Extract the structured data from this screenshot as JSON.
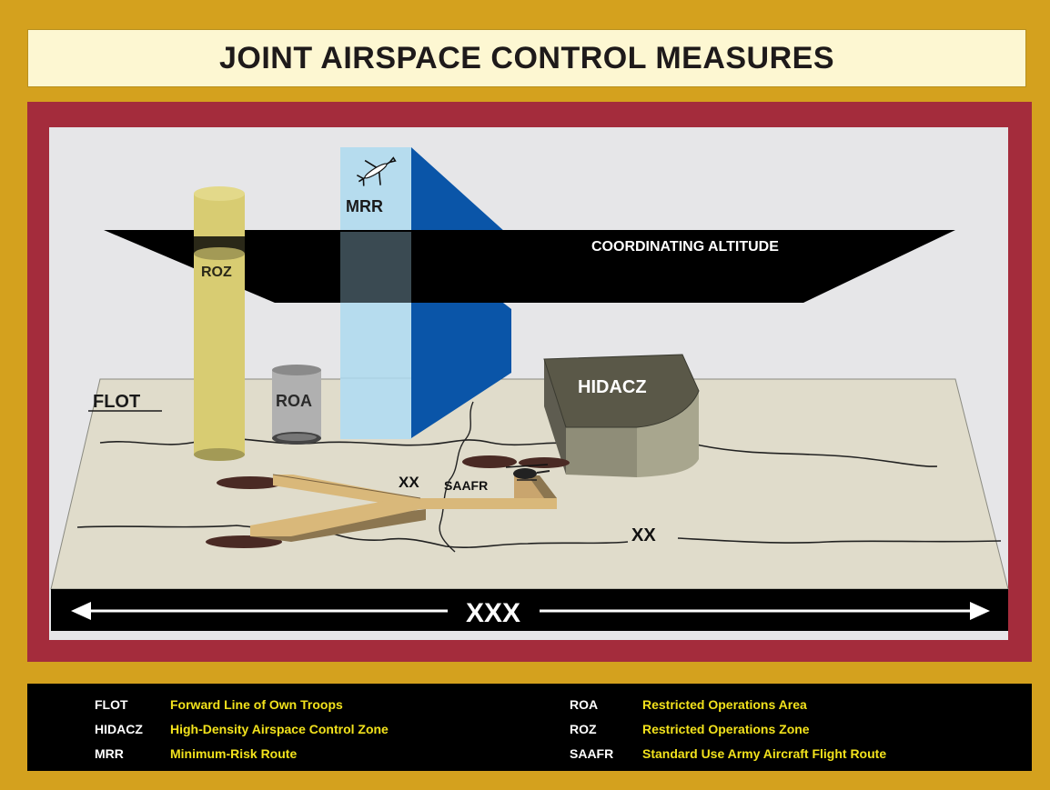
{
  "title": "JOINT AIRSPACE CONTROL MEASURES",
  "diagram": {
    "coordinating_altitude": "COORDINATING ALTITUDE",
    "mrr": "MRR",
    "roz": "ROZ",
    "roa": "ROA",
    "flot": "FLOT",
    "hidacz": "HIDACZ",
    "xx_left": "XX",
    "saafr": "SAAFR",
    "xx_right": "XX",
    "xxx": "XXX"
  },
  "legend": {
    "left": [
      {
        "abbr": "FLOT",
        "def": "Forward Line of Own Troops"
      },
      {
        "abbr": "HIDACZ",
        "def": "High-Density Airspace Control Zone"
      },
      {
        "abbr": "MRR",
        "def": "Minimum-Risk Route"
      }
    ],
    "right": [
      {
        "abbr": "ROA",
        "def": "Restricted Operations Area"
      },
      {
        "abbr": "ROZ",
        "def": "Restricted Operations Zone"
      },
      {
        "abbr": "SAAFR",
        "def": "Standard Use Army Aircraft Flight Route"
      }
    ]
  },
  "colors": {
    "background": "#d4a11e",
    "frame": "#a42c3c",
    "sky": "#e6e6e8",
    "ground": "#e0dccb",
    "mrr_blue": "#0a55a8",
    "mrr_light": "#b6dcee",
    "roz_yellow": "#d8cc72",
    "hidacz": "#8c8a74",
    "saafr": "#c9a56e",
    "legend_def": "#f2e21c"
  }
}
